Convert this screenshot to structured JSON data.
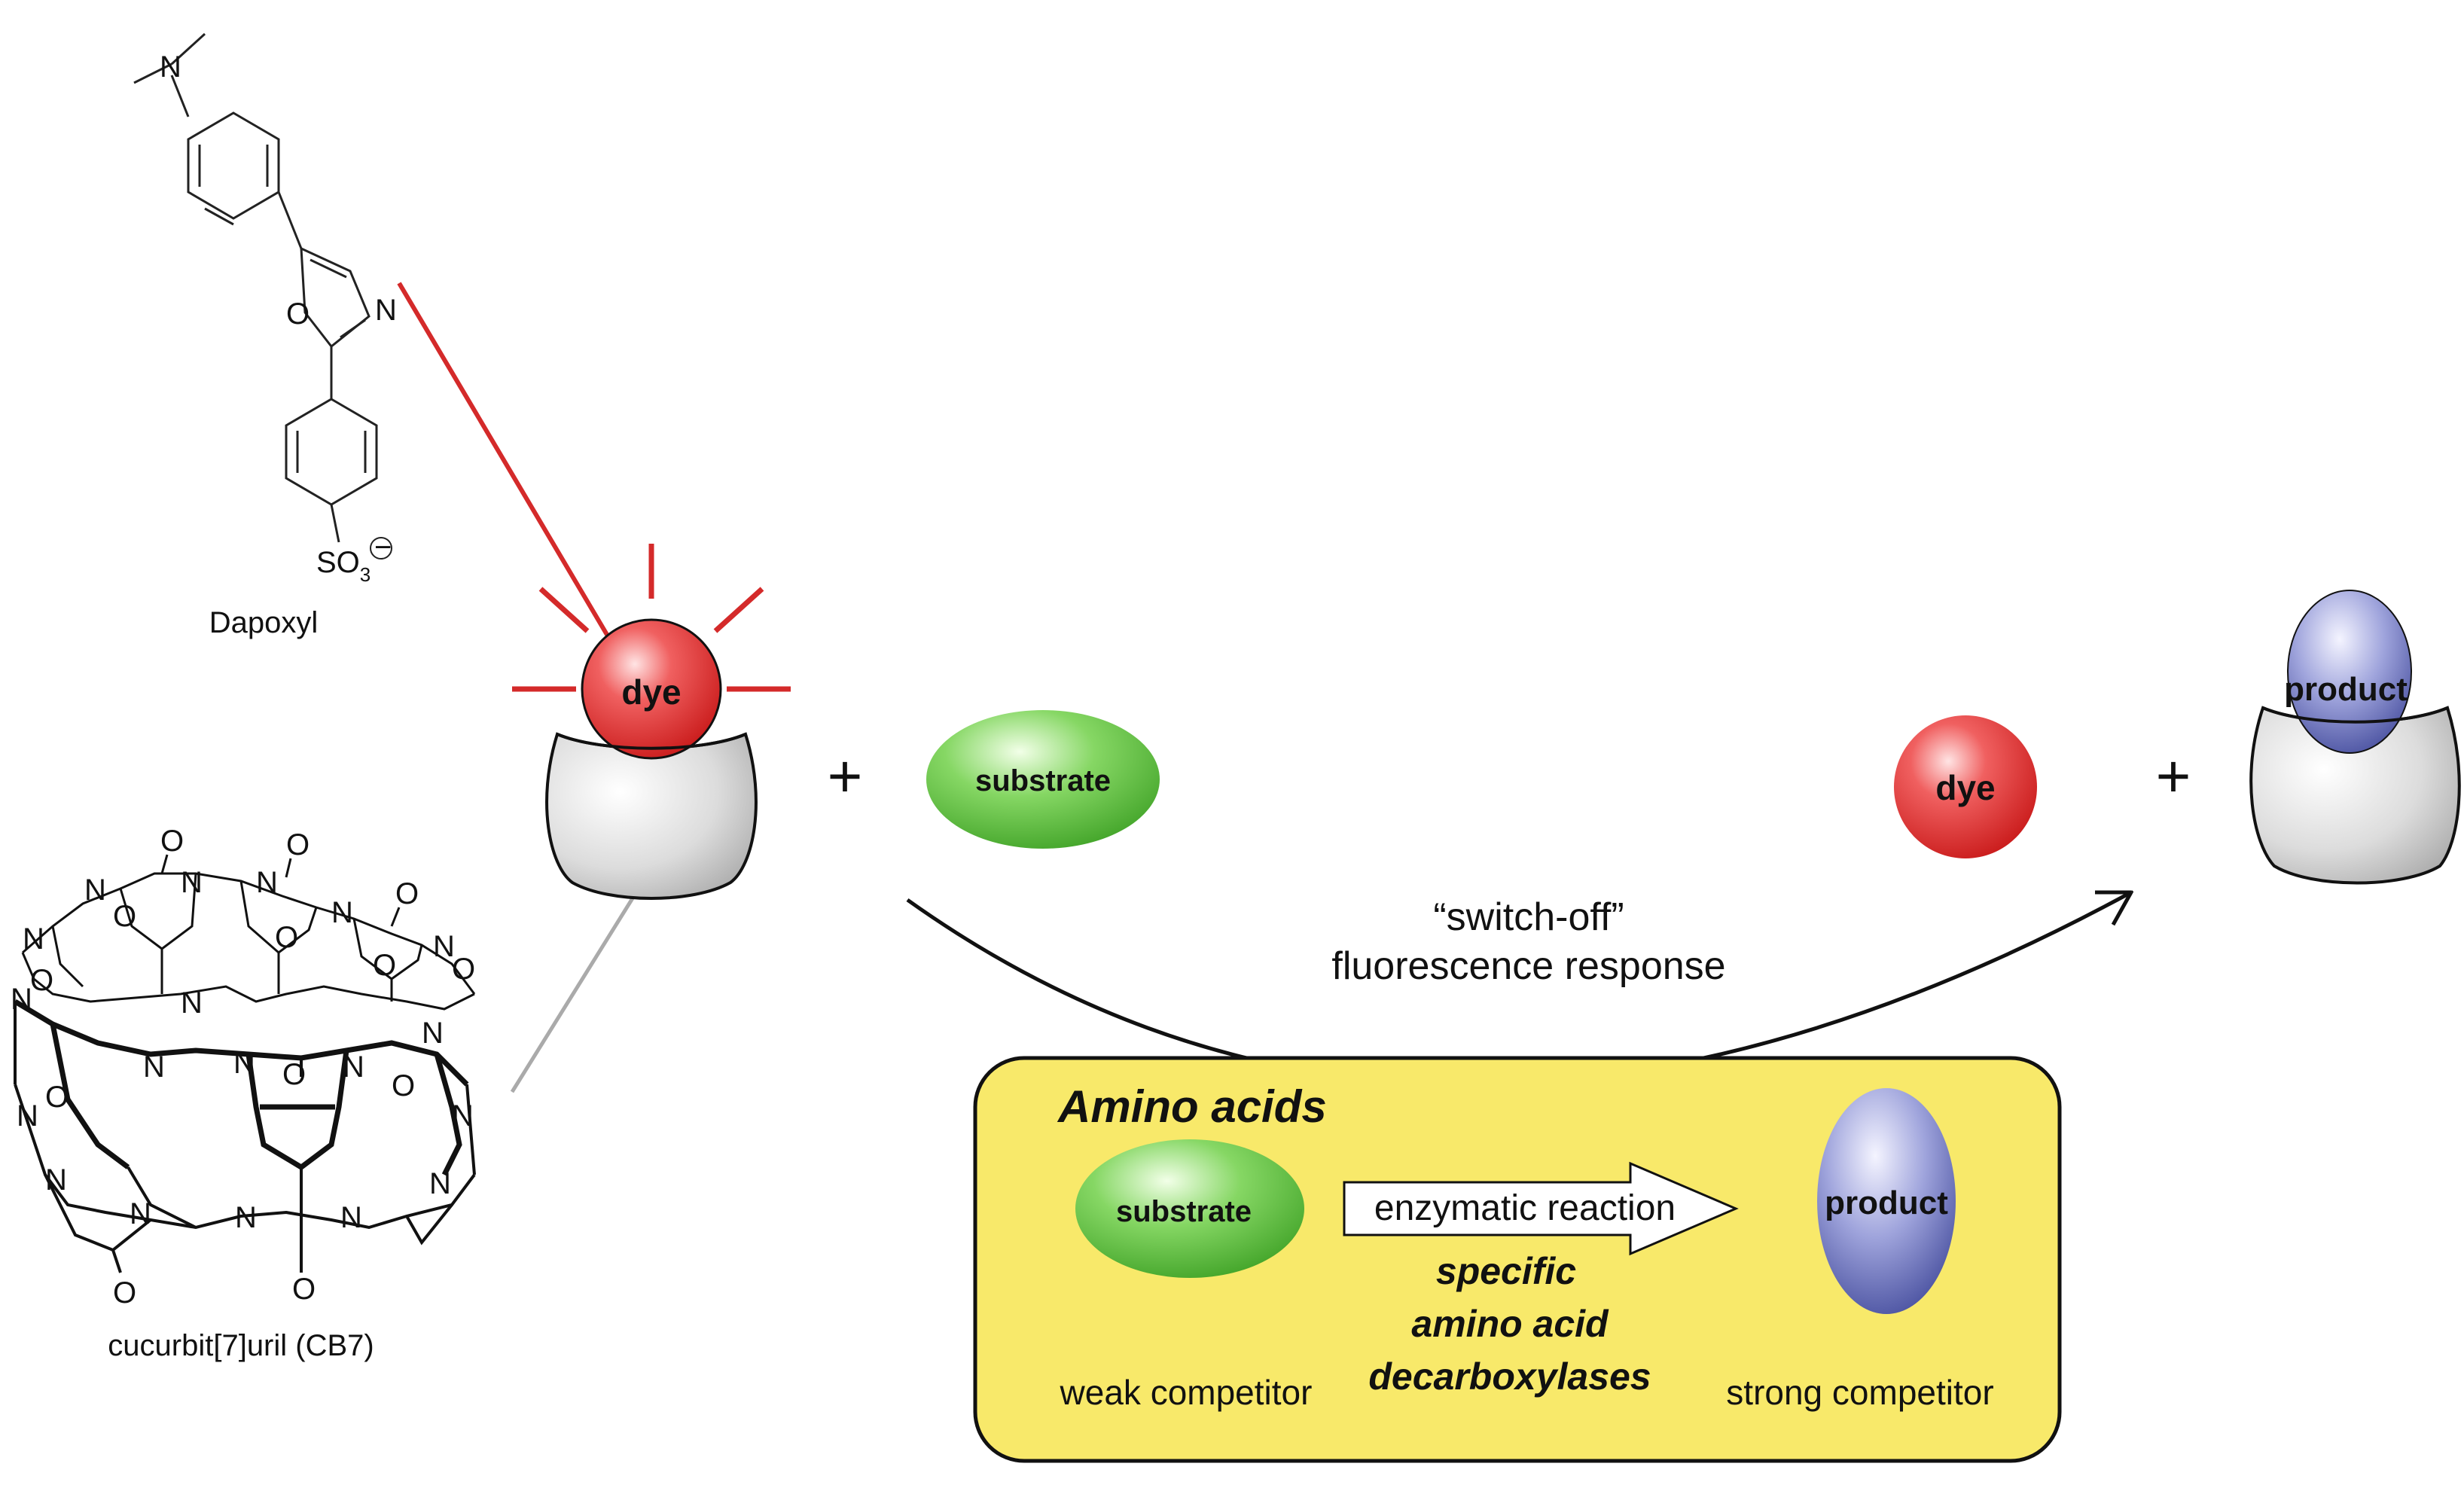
{
  "molecules": {
    "dapoxyl": {
      "label": "Dapoxyl",
      "atoms": {
        "n_amine": "N",
        "o_ring": "O",
        "n_ring": "N",
        "sulfonate": "SO",
        "sulfonate_sub": "3",
        "charge": "−"
      }
    },
    "cb7": {
      "label": "cucurbit[7]uril (CB7)",
      "atom_n": "N",
      "atom_o": "O"
    }
  },
  "scheme": {
    "dye_label": "dye",
    "substrate_label": "substrate",
    "product_label": "product",
    "plus_symbol": "+",
    "arrow_caption": [
      "“switch-off”",
      "fluorescence response"
    ]
  },
  "inset": {
    "title": "Amino acids",
    "substrate_label": "substrate",
    "product_label": "product",
    "reaction_label": "enzymatic reaction",
    "enzyme_lines": [
      "specific",
      "amino acid",
      "decarboxylases"
    ],
    "weak_label": "weak competitor",
    "strong_label": "strong competitor"
  },
  "colors": {
    "dye_red": "#e02b2b",
    "glow_red": "#d42a2a",
    "substrate_green": "#5cc23a",
    "product_blue": "#5058b0",
    "inset_yellow": "#f8e96a",
    "host_grey": "#c9c9c9"
  }
}
